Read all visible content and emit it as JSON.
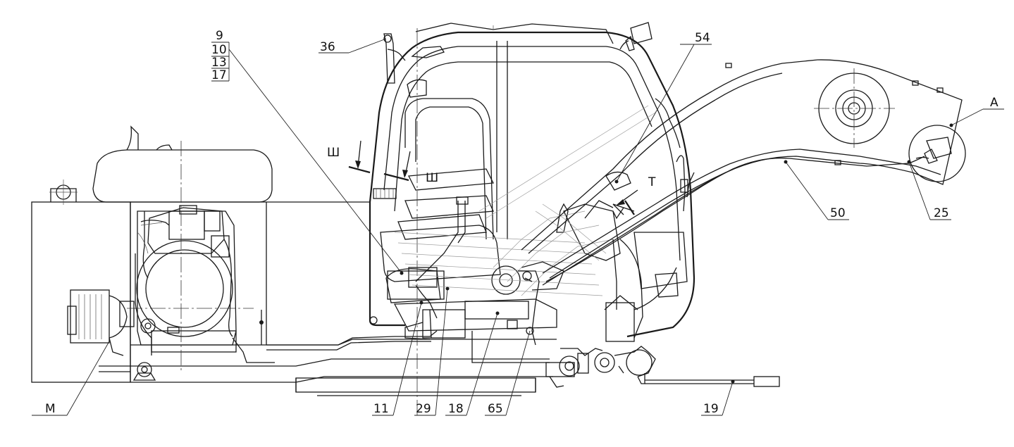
{
  "callouts": {
    "c9": "9",
    "c10": "10",
    "c13": "13",
    "c17": "17",
    "c36": "36",
    "c54": "54",
    "cA": "А",
    "cT": "Т",
    "cSh1": "Ш",
    "cSh2": "Ш",
    "c50": "50",
    "c25": "25",
    "cM": "М",
    "c11": "11",
    "c29": "29",
    "c18": "18",
    "c65": "65",
    "c19": "19"
  }
}
